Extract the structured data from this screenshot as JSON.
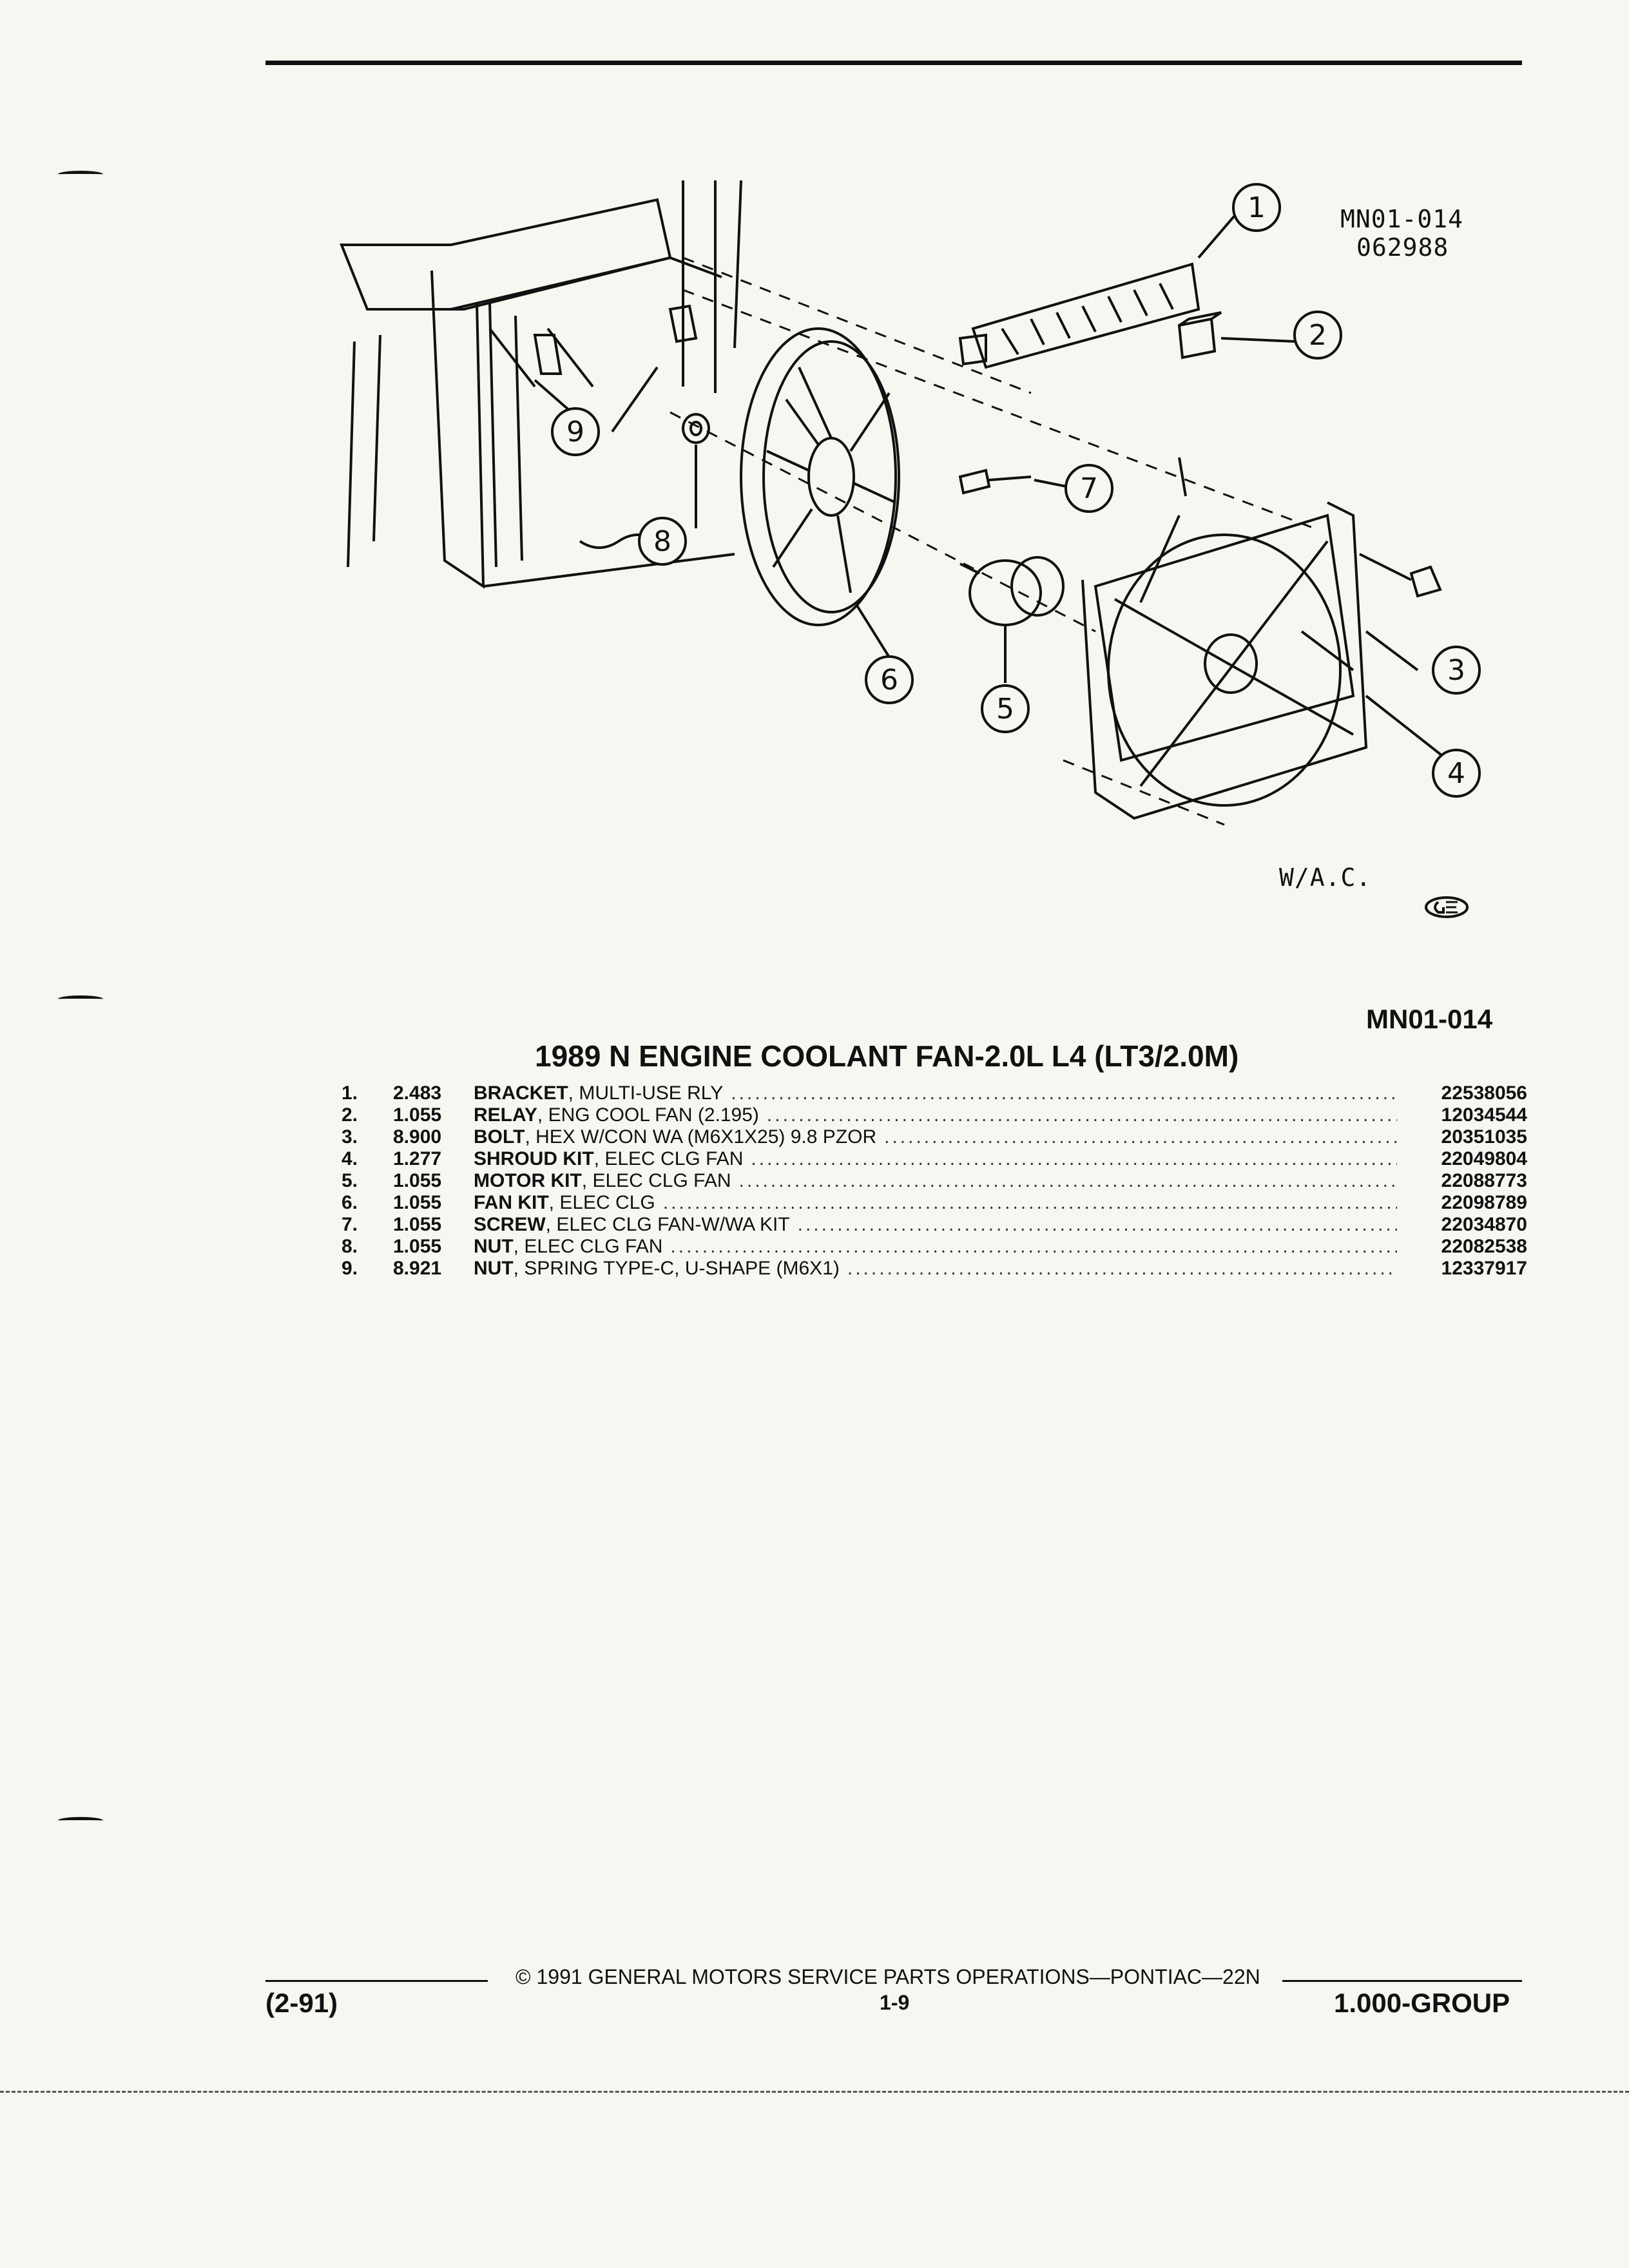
{
  "diagram": {
    "code": "MN01-014",
    "date": "062988",
    "note": "W/A.C.",
    "callouts": [
      "1",
      "2",
      "3",
      "4",
      "5",
      "6",
      "7",
      "8",
      "9"
    ]
  },
  "page_code": "MN01-014",
  "title": "1989 N ENGINE COOLANT FAN-2.0L L4 (LT3/2.0M)",
  "parts": [
    {
      "num": "1.",
      "qty": "2.483",
      "name": "BRACKET",
      "detail": ", MULTI-USE RLY",
      "part": "22538056"
    },
    {
      "num": "2.",
      "qty": "1.055",
      "name": "RELAY",
      "detail": ", ENG COOL FAN (2.195)",
      "part": "12034544"
    },
    {
      "num": "3.",
      "qty": "8.900",
      "name": "BOLT",
      "detail": ", HEX W/CON WA (M6X1X25) 9.8 PZOR",
      "part": "20351035"
    },
    {
      "num": "4.",
      "qty": "1.277",
      "name": "SHROUD KIT",
      "detail": ", ELEC CLG FAN",
      "part": "22049804"
    },
    {
      "num": "5.",
      "qty": "1.055",
      "name": "MOTOR KIT",
      "detail": ", ELEC CLG FAN",
      "part": "22088773"
    },
    {
      "num": "6.",
      "qty": "1.055",
      "name": "FAN KIT",
      "detail": ", ELEC CLG",
      "part": "22098789"
    },
    {
      "num": "7.",
      "qty": "1.055",
      "name": "SCREW",
      "detail": ", ELEC CLG FAN-W/WA KIT",
      "part": "22034870"
    },
    {
      "num": "8.",
      "qty": "1.055",
      "name": "NUT",
      "detail": ", ELEC CLG FAN",
      "part": "22082538"
    },
    {
      "num": "9.",
      "qty": "8.921",
      "name": "NUT",
      "detail": ", SPRING TYPE-C, U-SHAPE (M6X1)",
      "part": "12337917"
    }
  ],
  "footer": {
    "copyright": "© 1991 GENERAL MOTORS SERVICE PARTS OPERATIONS—PONTIAC—22N",
    "revision": "(2-91)",
    "page": "1-9",
    "group": "1.000-GROUP"
  }
}
